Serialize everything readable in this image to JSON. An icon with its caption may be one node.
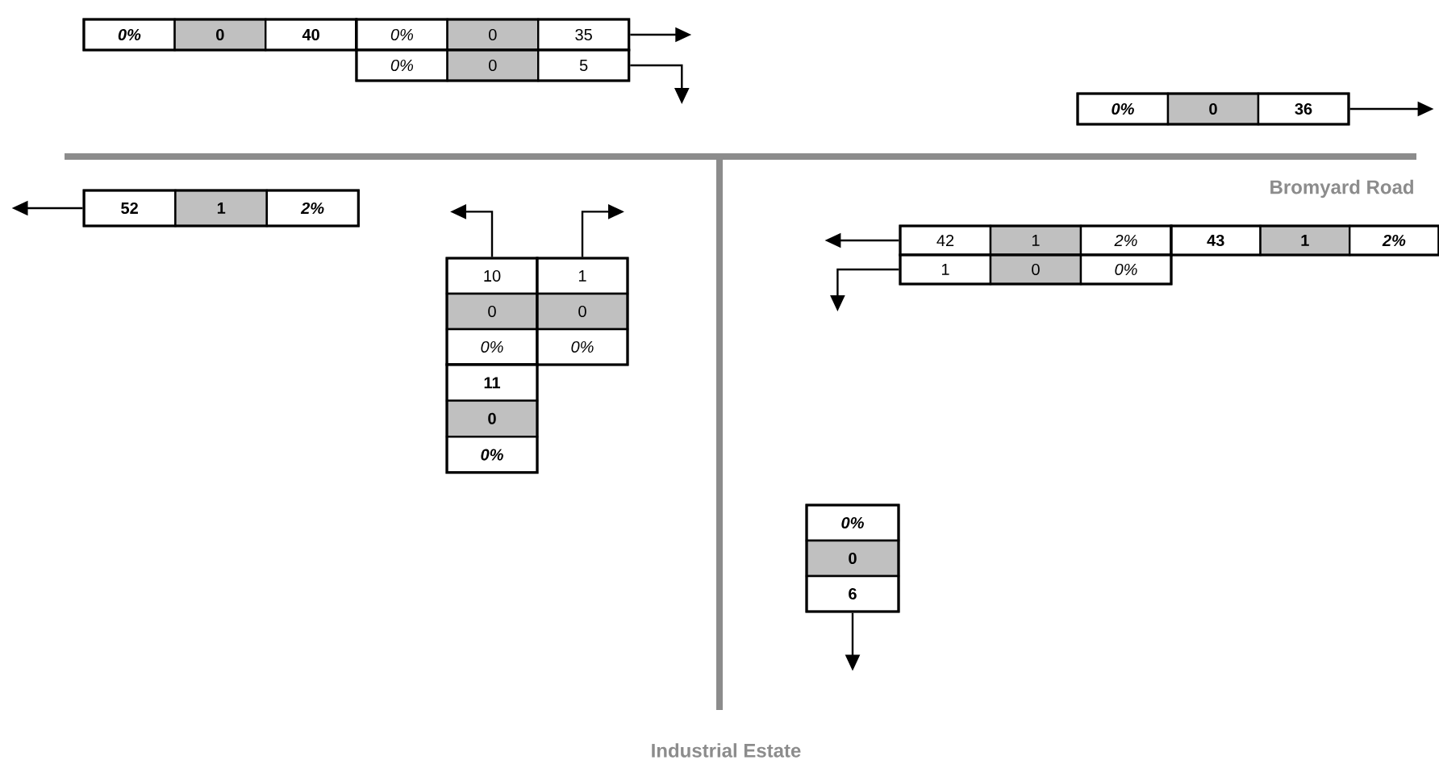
{
  "diagram": {
    "nodes": [
      {
        "text": [
          "0%",
          "0",
          "40"
        ]
      },
      {
        "text": [
          "0%",
          "0",
          "35"
        ]
      },
      {
        "text": [
          "0%",
          "0",
          "5"
        ]
      },
      {
        "text": [
          "0%",
          "0",
          "36"
        ]
      },
      {
        "text": [
          "52",
          "1",
          "2%"
        ]
      },
      {
        "text": [
          "10",
          "0",
          "0%"
        ]
      },
      {
        "text": [
          "1",
          "0",
          "0%"
        ]
      },
      {
        "text": [
          "11",
          "0",
          "0%"
        ]
      },
      {
        "text": [
          "42",
          "1",
          "2%"
        ]
      },
      {
        "text": [
          "43",
          "1",
          "2%"
        ]
      },
      {
        "text": [
          "1",
          "0",
          "0%"
        ]
      },
      {
        "text": [
          "0%",
          "0",
          "6"
        ]
      }
    ],
    "edges": [
      {
        "from": 1,
        "to": null,
        "arrow": "to"
      },
      {
        "from": 2,
        "to": null,
        "arrow": "to"
      },
      {
        "from": 3,
        "to": null,
        "arrow": "to"
      },
      {
        "from": 4,
        "to": null,
        "arrow": "to"
      },
      {
        "from": 5,
        "to": null,
        "arrow": "to"
      },
      {
        "from": 6,
        "to": null,
        "arrow": "to"
      },
      {
        "from": 8,
        "to": null,
        "arrow": "to"
      },
      {
        "from": 10,
        "to": null,
        "arrow": "to"
      },
      {
        "from": 11,
        "to": null,
        "arrow": "to"
      }
    ],
    "labels": [
      "Bromyard Road",
      "Industrial Estate"
    ]
  }
}
